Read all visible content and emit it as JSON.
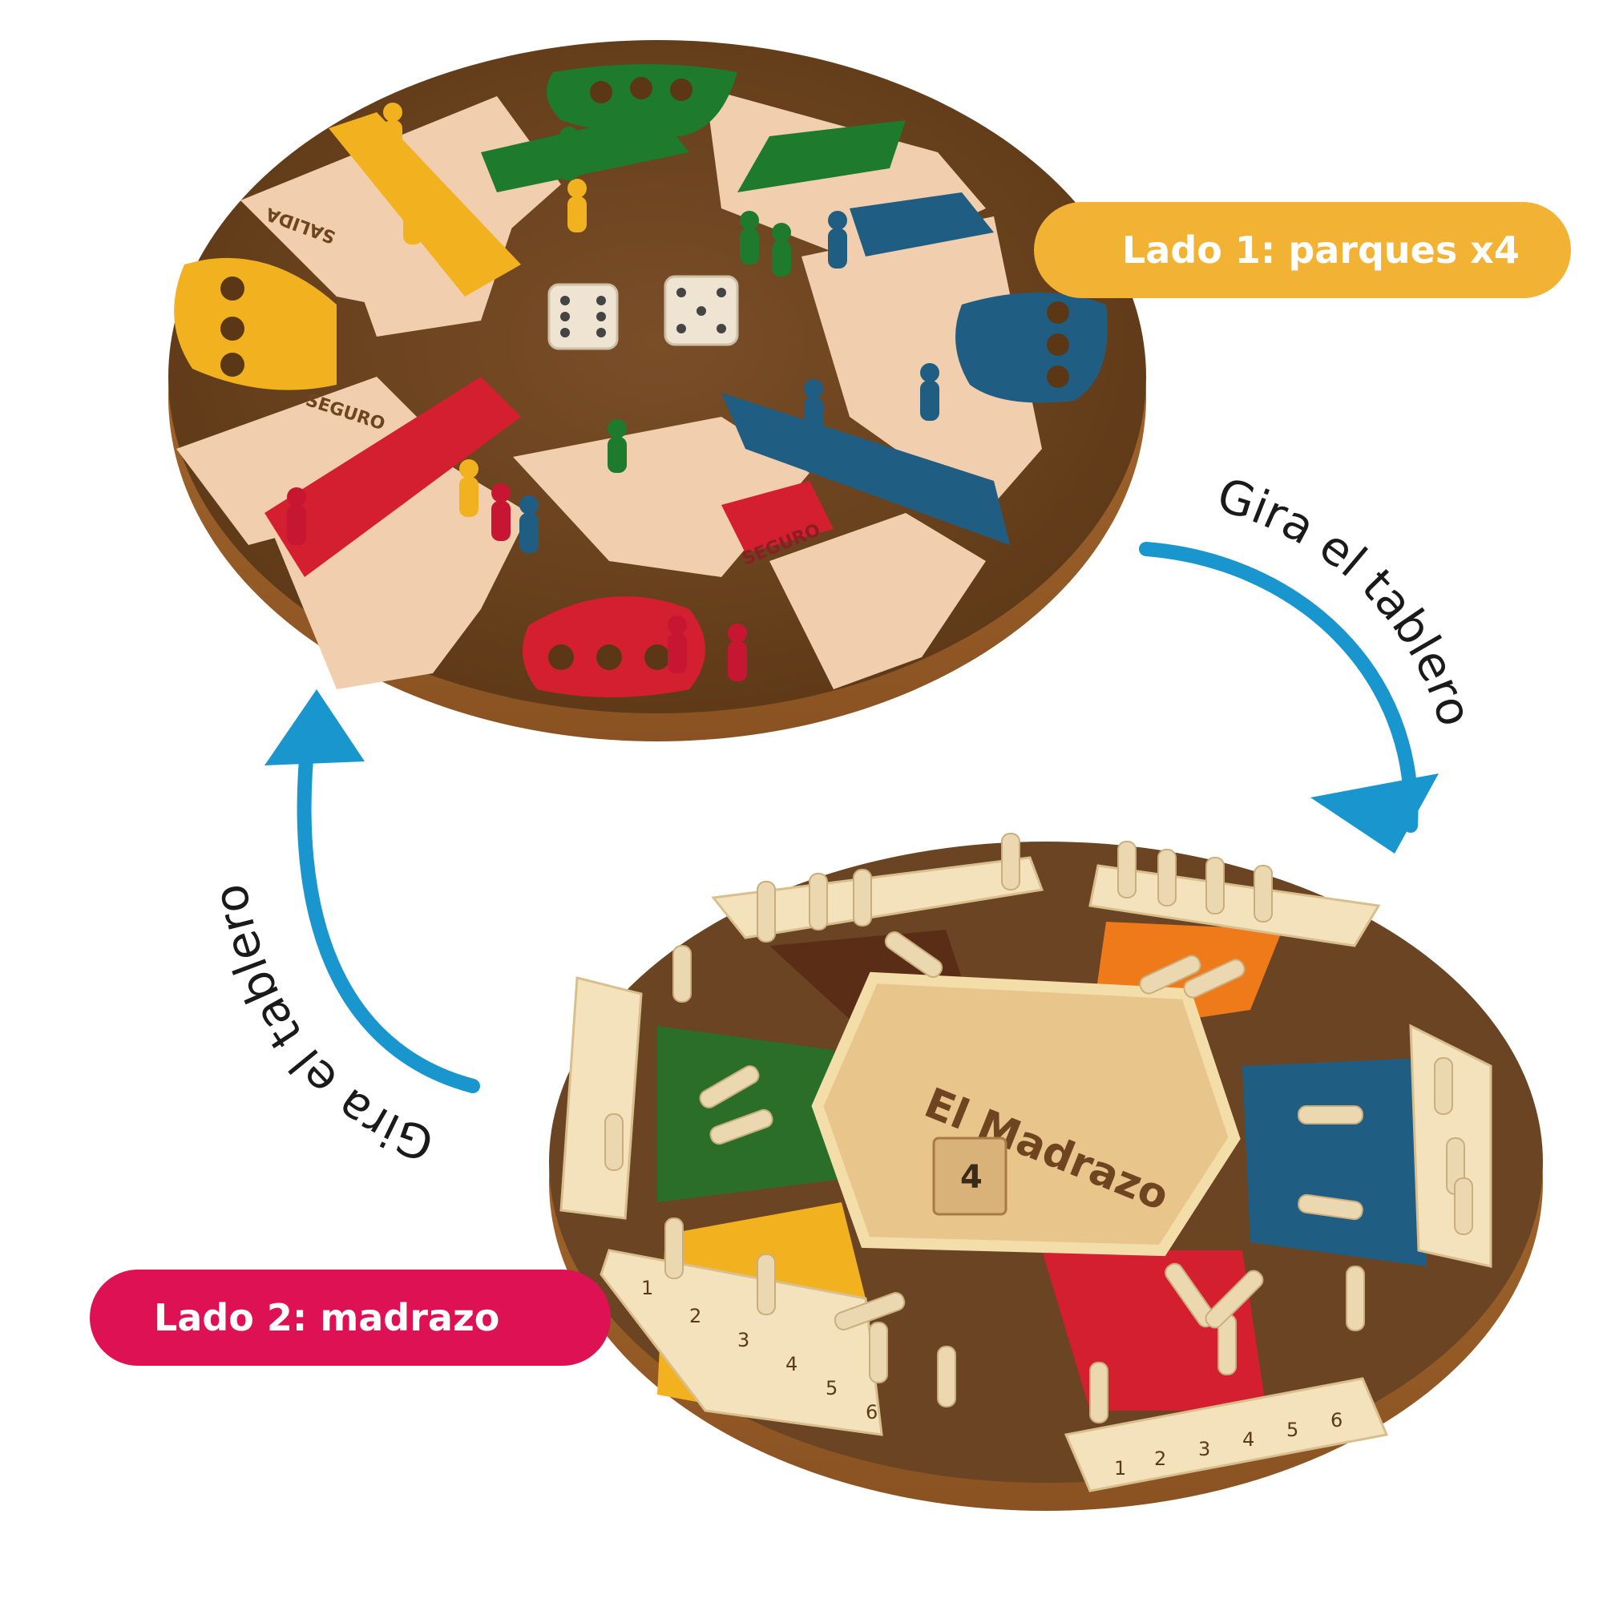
{
  "labels": {
    "side1": "Lado 1: parques x4",
    "side2": "Lado 2: madrazo"
  },
  "arrows": {
    "right_text": "Gira el tablero",
    "left_text": "Gira el tablero"
  },
  "board1": {
    "lane_text_safe": "SEGURO",
    "lane_text_start": "SALIDA"
  },
  "board2": {
    "center_title": "El Madrazo",
    "die_face": "4",
    "rail_numbers": [
      "1",
      "2",
      "3",
      "4",
      "5",
      "6"
    ]
  },
  "colors": {
    "side1_pill": "#F2B233",
    "side2_pill": "#DF1155",
    "arrow": "#1A96CF",
    "board_brown": "#6E4520",
    "wood_light": "#F1CFAE",
    "yellow": "#F2B21F",
    "green": "#1E7A2C",
    "blue": "#1F5E82",
    "red": "#D41F30",
    "orange": "#EE7A1A",
    "dark_brown": "#5A2E16"
  }
}
